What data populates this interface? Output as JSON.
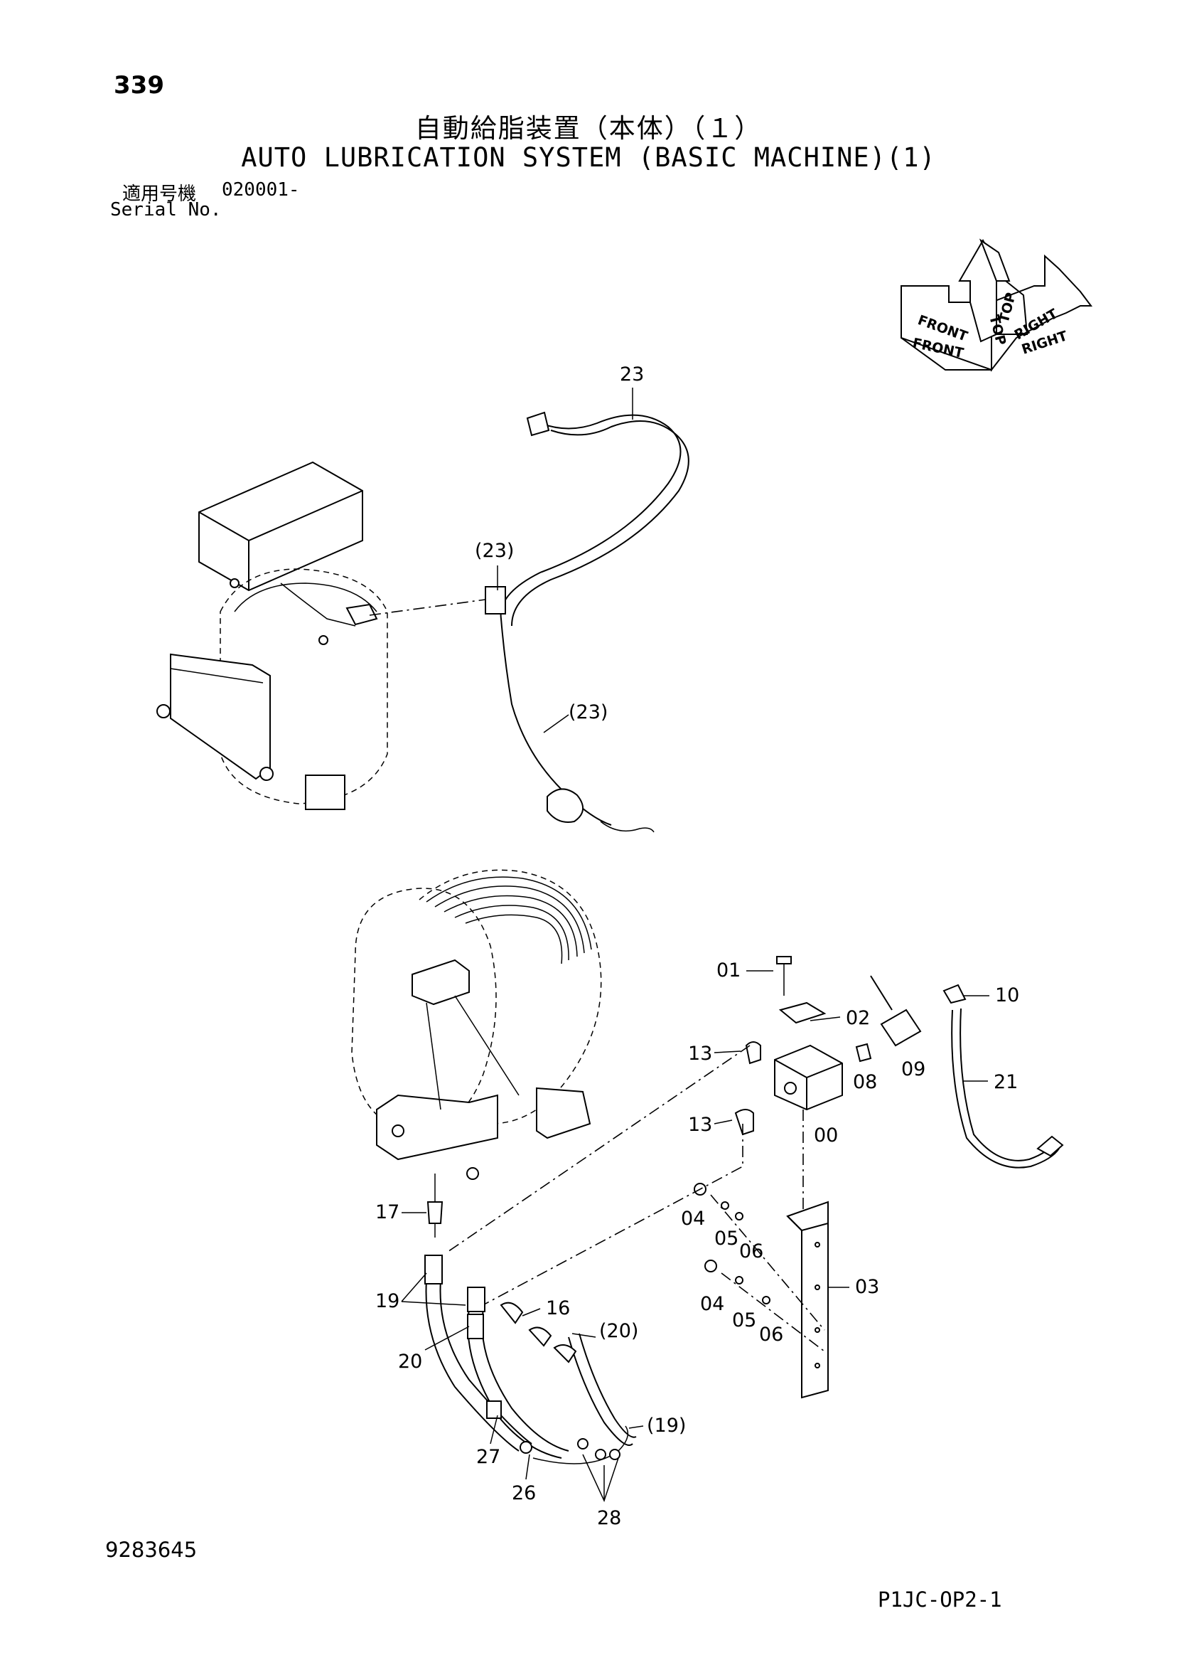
{
  "header": {
    "page_number": "339",
    "title_jp": "自動給脂装置（本体）（１）",
    "title_en": "AUTO LUBRICATION SYSTEM (BASIC MACHINE)(1)",
    "serial_label_jp": "適用号機",
    "serial_value": "020001-",
    "serial_label_en": "Serial No."
  },
  "orientation": {
    "front": "FRONT",
    "top": "TOP",
    "right": "RIGHT"
  },
  "callouts": {
    "c23_top": "23",
    "c23_connector": "(23)",
    "c23_harness": "(23)",
    "c01": "01",
    "c02": "02",
    "c10": "10",
    "c13_upper": "13",
    "c08": "08",
    "c09": "09",
    "c21": "21",
    "c13_lower": "13",
    "c00": "00",
    "c04_upper": "04",
    "c05_upper": "05",
    "c06_upper": "06",
    "c17": "17",
    "c03": "03",
    "c19": "19",
    "c16": "16",
    "c20_paren": "(20)",
    "c04_lower": "04",
    "c05_lower": "05",
    "c06_lower": "06",
    "c20": "20",
    "c19_paren": "(19)",
    "c27": "27",
    "c26": "26",
    "c28": "28"
  },
  "footer": {
    "drawing_number": "9283645",
    "page_code": "P1JC-OP2-1"
  }
}
